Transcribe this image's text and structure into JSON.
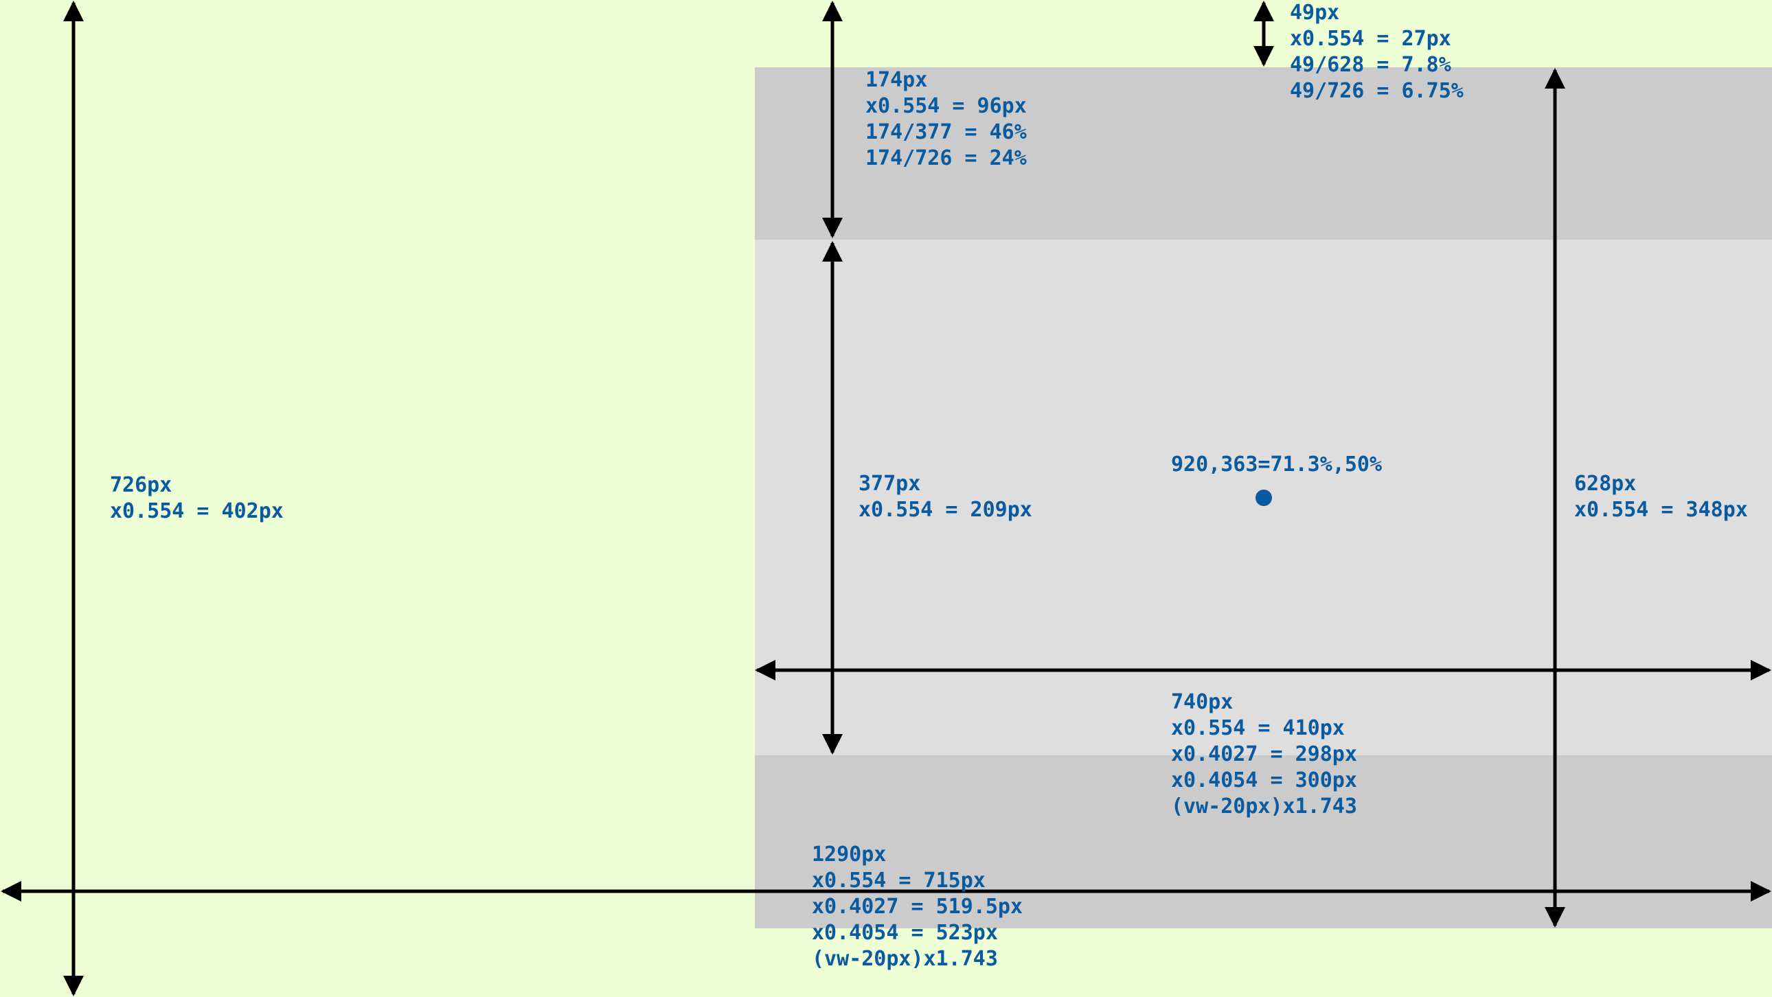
{
  "colors": {
    "background": "#eeffd6",
    "band_dark": "#cbcbcb",
    "band_light": "#dedede",
    "arrow": "#000000",
    "annotation_text": "#0a5aa0"
  },
  "labels": {
    "page_height": "726px\nx0.554 = 402px",
    "top_band": "174px\nx0.554 = 96px\n174/377 = 46%\n174/726 = 24%",
    "top_offset": "49px\nx0.554 = 27px\n49/628 = 7.8%\n49/726 = 6.75%",
    "middle_height": "377px\nx0.554 = 209px",
    "center_point": "920,363=71.3%,50%",
    "content_height": "628px\nx0.554 = 348px",
    "content_width": "740px\nx0.554 = 410px\nx0.4027 = 298px\nx0.4054 = 300px\n(vw-20px)x1.743",
    "page_width": "1290px\nx0.554 = 715px\nx0.4027 = 519.5px\nx0.4054 = 523px\n(vw-20px)x1.743"
  }
}
